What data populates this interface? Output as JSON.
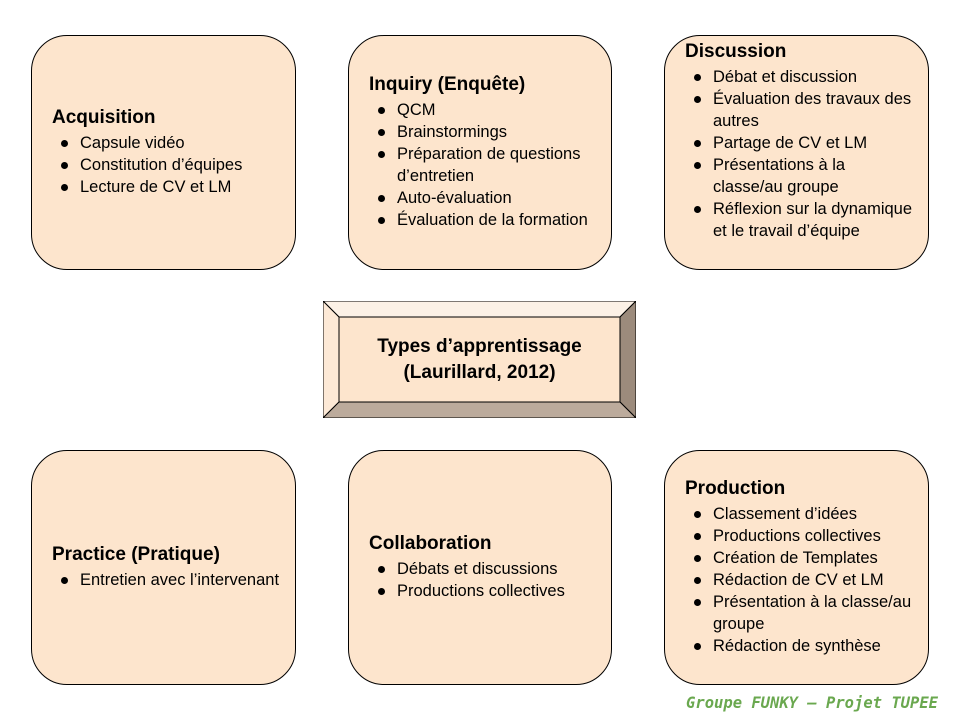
{
  "center": {
    "line1": "Types d’apprentissage",
    "line2": "(Laurillard, 2012)"
  },
  "cards": {
    "acquisition": {
      "title": "Acquisition",
      "items": [
        "Capsule vidéo",
        "Constitution d’équipes",
        "Lecture de CV et LM"
      ]
    },
    "inquiry": {
      "title": "Inquiry (Enquête)",
      "items": [
        "QCM",
        "Brainstormings",
        "Préparation de questions d’entretien",
        "Auto-évaluation",
        "Évaluation de la formation"
      ]
    },
    "discussion": {
      "title": "Discussion",
      "items": [
        "Débat et discussion",
        "Évaluation des travaux des autres",
        "Partage de CV et LM",
        "Présentations à la classe/au groupe",
        "Réflexion sur la dynamique et le travail d’équipe"
      ]
    },
    "practice": {
      "title": "Practice (Pratique)",
      "items": [
        "Entretien avec l’intervenant"
      ]
    },
    "collaboration": {
      "title": "Collaboration",
      "items": [
        "Débats et discussions",
        "Productions collectives"
      ]
    },
    "production": {
      "title": "Production",
      "items": [
        "Classement d’idées",
        "Productions collectives",
        "Création de Templates",
        "Rédaction de CV et LM",
        "Présentation à la classe/au groupe",
        "Rédaction de synthèse"
      ]
    }
  },
  "footer": "Groupe FUNKY – Projet TUPEE",
  "colors": {
    "card_fill": "#fde5cd",
    "bevel_face": "#fde5cd",
    "footer_text": "#6aa84f"
  }
}
